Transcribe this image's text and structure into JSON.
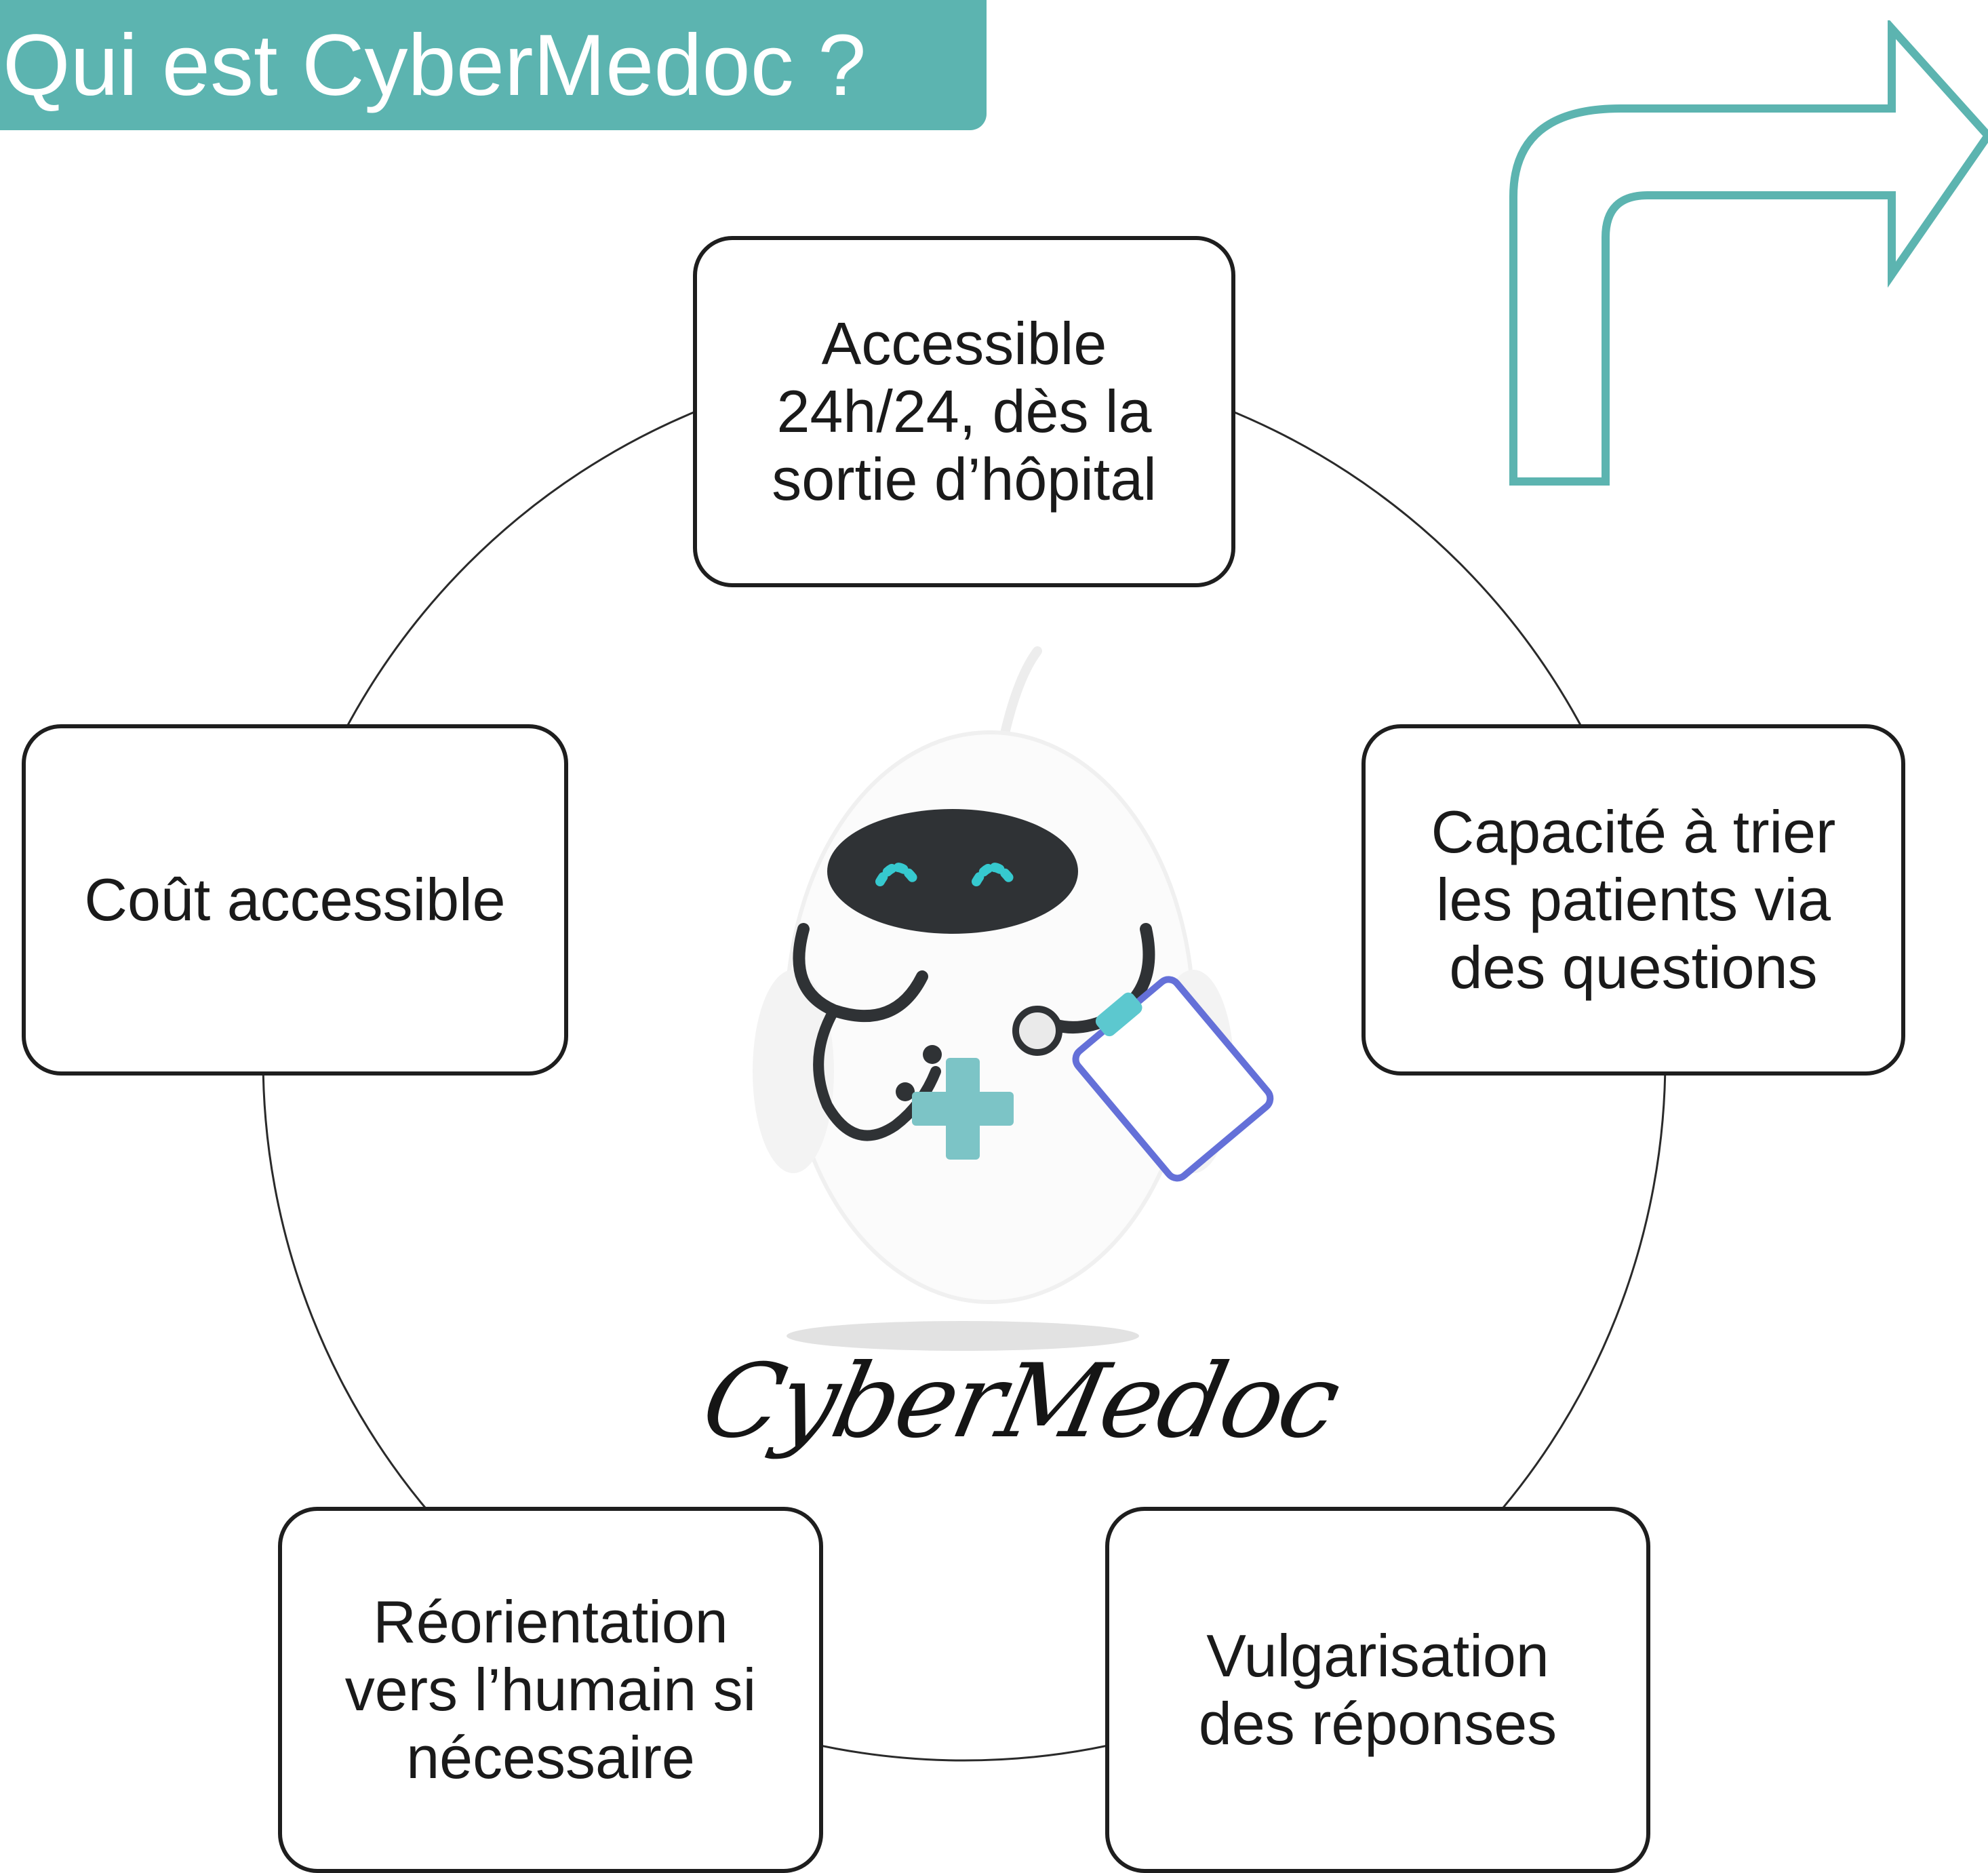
{
  "title": "Qui est CyberMedoc ?",
  "mascot": {
    "wordmark": "CyberMedoc",
    "icon": "doctor-robot-icon"
  },
  "nodes": [
    {
      "id": "top",
      "label": "Accessible\n24h/24, dès la\nsortie d’hôpital"
    },
    {
      "id": "right",
      "label": "Capacité à trier\nles patients via\ndes questions"
    },
    {
      "id": "bottom-right",
      "label": "Vulgarisation\ndes réponses"
    },
    {
      "id": "bottom-left",
      "label": "Réorientation\nvers l’humain si\nnécessaire"
    },
    {
      "id": "left",
      "label": "Coût accessible"
    }
  ],
  "decor": {
    "arrow_icon": "turn-right-arrow-icon",
    "accent_color": "#5cb4b0",
    "border_color": "#1e1e1e"
  }
}
